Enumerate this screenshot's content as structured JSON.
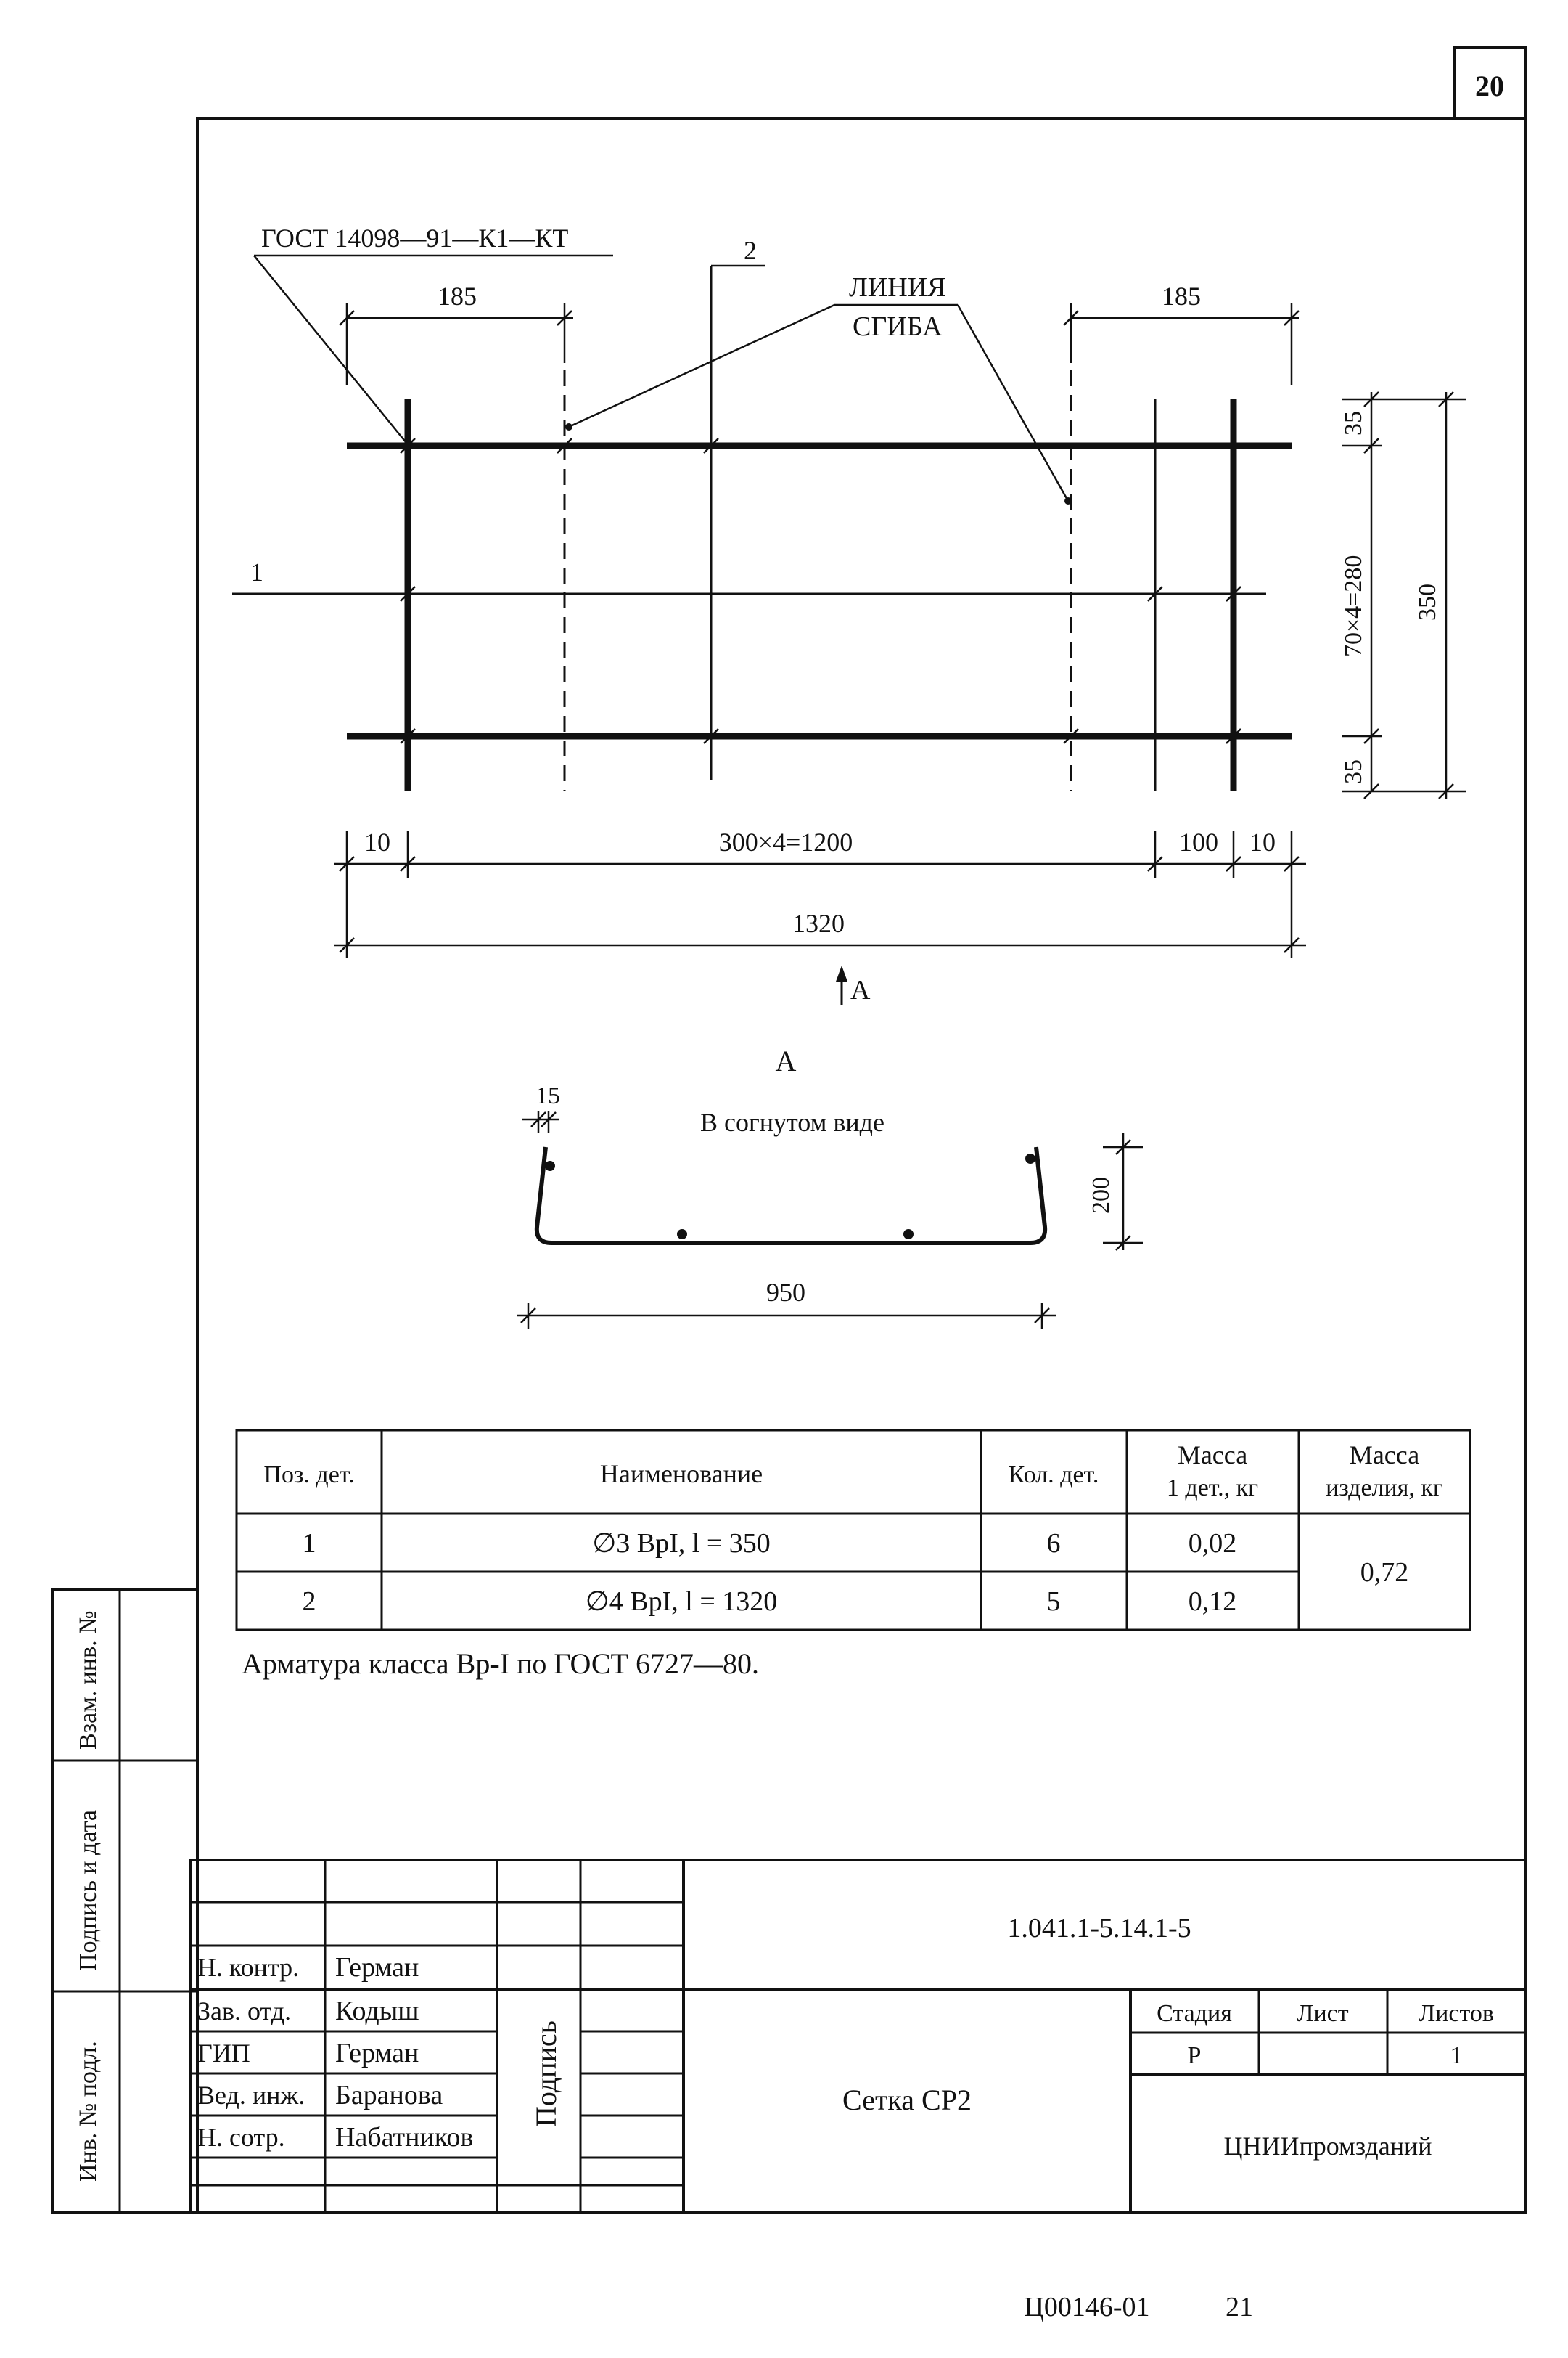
{
  "page_number": "20",
  "drawing": {
    "gost_label": "ГОСТ 14098—91—К1—КТ",
    "pos1": "1",
    "pos2": "2",
    "bend_line_1": "ЛИНИЯ",
    "bend_line_2": "СГИБА",
    "dim_left_185": "185",
    "dim_right_185": "185",
    "dim_35_top": "35",
    "dim_70x4": "70×4=280",
    "dim_35_bottom": "35",
    "dim_350": "350",
    "dim_10_left": "10",
    "dim_300x4": "300×4=1200",
    "dim_100": "100",
    "dim_10_right": "10",
    "dim_1320": "1320",
    "view_arrow_label": "А",
    "section_title": "А",
    "section_subtitle": "В согнутом виде",
    "dim_15": "15",
    "dim_200": "200",
    "dim_950": "950"
  },
  "spec_table": {
    "headers": [
      "Поз. дет.",
      "Наименование",
      "Кол. дет.",
      "Масса",
      "1 дет., кг",
      "Масса",
      "изделия, кг"
    ],
    "rows": [
      {
        "pos": "1",
        "name": "∅3 ВрI, l = 350",
        "qty": "6",
        "mass": "0,02"
      },
      {
        "pos": "2",
        "name": "∅4 ВрI, l = 1320",
        "qty": "5",
        "mass": "0,12"
      }
    ],
    "total_mass": "0,72"
  },
  "note": "Арматура класса Вр-I по ГОСТ 6727—80.",
  "side_stamp": {
    "vzam": "Взам. инв. №",
    "podpis_data": "Подпись и дата",
    "inv_podl": "Инв. № подл."
  },
  "title_block": {
    "doc_code": "1.041.1-5.14.1-5",
    "roles": [
      {
        "role": "Н. контр.",
        "name": "Герман"
      },
      {
        "role": "Зав. отд.",
        "name": "Кодыш"
      },
      {
        "role": "ГИП",
        "name": "Герман"
      },
      {
        "role": "Вед. инж.",
        "name": "Баранова"
      },
      {
        "role": "Н. сотр.",
        "name": "Набатников"
      }
    ],
    "signature_label": "Подпись",
    "object_name": "Сетка СР2",
    "stage_header": "Стадия",
    "sheet_header": "Лист",
    "sheets_header": "Листов",
    "stage": "Р",
    "sheet": "",
    "sheets": "1",
    "organization": "ЦНИИпромзданий"
  },
  "footer": {
    "code": "Ц00146-01",
    "number": "21"
  }
}
